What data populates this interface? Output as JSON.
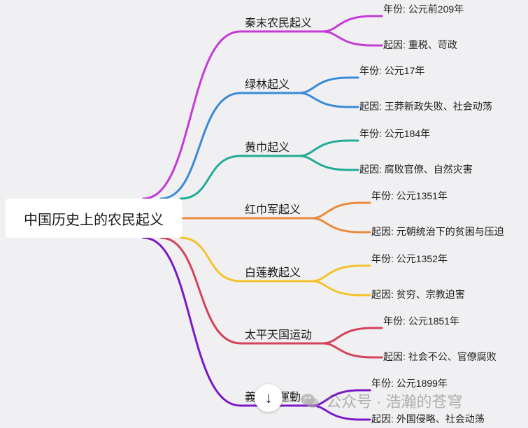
{
  "root": {
    "title": "中国历史上的农民起义"
  },
  "branches": [
    {
      "label": "秦末农民起义",
      "color": "#c33bd6",
      "year": "年份: 公元前209年",
      "cause": "起因: 重税、苛政"
    },
    {
      "label": "绿林起义",
      "color": "#3a8ad8",
      "year": "年份: 公元17年",
      "cause": "起因: 王莽新政失败、社会动荡"
    },
    {
      "label": "黄巾起义",
      "color": "#22ab97",
      "year": "年份: 公元184年",
      "cause": "起因: 腐败官僚、自然灾害"
    },
    {
      "label": "红巾军起义",
      "color": "#ea8a3b",
      "year": "年份: 公元1351年",
      "cause": "起因: 元朝统治下的贫困与压迫"
    },
    {
      "label": "白莲教起义",
      "color": "#f4c22c",
      "year": "年份: 公元1352年",
      "cause": "起因: 贫穷、宗教迫害"
    },
    {
      "label": "太平天国运动",
      "color": "#d3435a",
      "year": "年份: 公元1851年",
      "cause": "起因: 社会不公、官僚腐败"
    },
    {
      "label": "義和團運動",
      "color": "#7a18c8",
      "year": "年份: 公元1899年",
      "cause": "起因: 外国侵略、社会动荡"
    }
  ],
  "watermark": {
    "text": "公众号 · 浩瀚的苍穹",
    "icon": "wechat-icon"
  },
  "fab": {
    "icon": "arrow-down-icon",
    "glyph": "↓"
  }
}
